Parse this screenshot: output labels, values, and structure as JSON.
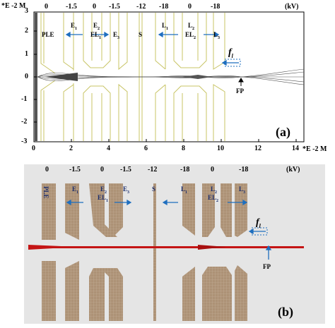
{
  "panel_a": {
    "axis_unit_left": "*E -2 M",
    "axis_unit_bottom": "*E -2 M",
    "kv_unit": "(kV)",
    "voltages": [
      "0",
      "-1.5",
      "0",
      "-1.5",
      "-12",
      "-18",
      "0",
      "-18"
    ],
    "y_ticks": [
      "3",
      "2",
      "1",
      "0",
      "-1",
      "-2",
      "-3"
    ],
    "x_ticks": [
      "0",
      "2",
      "4",
      "6",
      "8",
      "10",
      "12",
      "14"
    ],
    "labels": {
      "ple": "PLE",
      "e1": "E",
      "e1_sub": "1",
      "e2": "E",
      "e2_sub": "2",
      "el1": "EL",
      "el1_sub": "1",
      "e3": "E",
      "e3_sub": "3",
      "s": "S",
      "l1": "L",
      "l1_sub": "1",
      "l2": "L",
      "l2_sub": "2",
      "el2": "EL",
      "el2_sub": "2",
      "l3": "L",
      "l3_sub": "3",
      "fl": "f",
      "fl_sub": "l",
      "fp": "FP"
    },
    "panel_label": "(a)"
  },
  "panel_b": {
    "kv_unit": "(kV)",
    "voltages": [
      "0",
      "-1.5",
      "0",
      "-1.5",
      "-12",
      "-18",
      "0",
      "-18"
    ],
    "labels": {
      "ple": "PLE",
      "e1": "E",
      "e1_sub": "1",
      "e2": "E",
      "e2_sub": "2",
      "el1": "EL",
      "el1_sub": "1",
      "e3": "E",
      "e3_sub": "3",
      "s": "S",
      "l1": "L",
      "l1_sub": "1",
      "l2": "L",
      "l2_sub": "2",
      "el2": "EL",
      "el2_sub": "2",
      "l3": "L",
      "l3_sub": "3",
      "fl": "f",
      "fl_sub": "l",
      "fp": "FP"
    },
    "panel_label": "(b)"
  },
  "colors": {
    "electrode_outline": "#c8c466",
    "beam": "#555555",
    "arrow": "#1f6fbf",
    "panel_b_bg": "#e5e5e5",
    "electrode_fill": "#ad9276",
    "beam_red": "#c41414"
  }
}
